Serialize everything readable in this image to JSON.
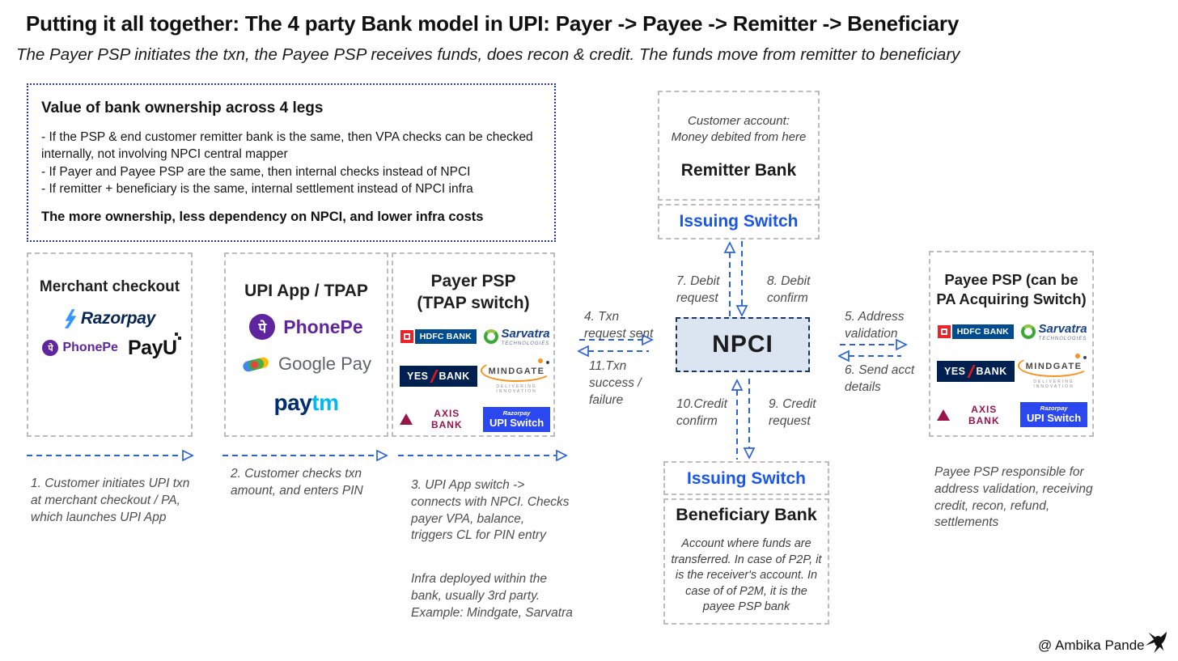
{
  "title": "Putting it all together: The 4 party Bank model in UPI: Payer -> Payee -> Remitter -> Beneficiary",
  "subtitle": "The Payer PSP initiates the txn, the Payee PSP receives funds, does recon & credit. The funds move from remitter to beneficiary",
  "value_box": {
    "heading": "Value of bank ownership across 4 legs",
    "bullet1": "- If the PSP & end customer remitter bank is the same, then VPA checks  can be checked internally, not involving NPCI central mapper",
    "bullet2": "- If Payer and Payee PSP are the same, then internal checks instead of NPCI",
    "bullet3": "- If remitter + beneficiary is the same, internal settlement instead of NPCI infra",
    "footer": "The more ownership, less dependency on NPCI, and lower infra costs"
  },
  "boxes": {
    "merchant": {
      "title": "Merchant checkout"
    },
    "upi_app": {
      "title": "UPI App / TPAP"
    },
    "payer_psp": {
      "title_line1": "Payer PSP",
      "title_line2": "(TPAP switch)"
    },
    "payee_psp": {
      "title_line1": "Payee PSP (can be",
      "title_line2": "PA Acquiring Switch)"
    },
    "remitter": {
      "note": "Customer account: Money debited from here",
      "title": "Remitter Bank"
    },
    "issuing_top": {
      "title": "Issuing Switch"
    },
    "issuing_bottom": {
      "title": "Issuing Switch"
    },
    "beneficiary": {
      "title": "Beneficiary Bank",
      "note": "Account where funds are transferred. In case of P2P, it is the receiver's account. In case of of P2M, it is the payee PSP bank"
    },
    "npci": {
      "title": "NPCI"
    }
  },
  "logos": {
    "razorpay": "Razorpay",
    "phonepe": "PhonePe",
    "phonepe_glyph": "पे",
    "payu_pay": "Pay",
    "payu_u": "U",
    "google_pay": "Google Pay",
    "paytm_pay": "pay",
    "paytm_tm": "tm",
    "hdfc": "HDFC BANK",
    "sarvatra": "Sarvatra",
    "sarvatra_sub": "TECHNOLOGIES",
    "yes_1": "YES",
    "yes_2": "BANK",
    "mindgate": "MINDGATE",
    "mindgate_sub": "DELIVERING INNOVATION",
    "axis": "AXIS BANK",
    "rzp_switch_brand": "Razorpay",
    "rzp_switch_main": "UPI Switch"
  },
  "steps": {
    "s1": "1. Customer  initiates UPI txn at merchant checkout / PA, which launches UPI App",
    "s2": "2. Customer checks txn amount, and enters PIN",
    "s3": "3. UPI App switch -> connects with NPCI. Checks payer VPA, balance, triggers CL for PIN entry",
    "infra": "Infra deployed within the bank, usually 3rd party. Example: Mindgate, Sarvatra",
    "s4": "4. Txn request sent",
    "s5": "5. Address validation",
    "s6": "6. Send acct details",
    "s7": "7. Debit request",
    "s8": "8. Debit confirm",
    "s9": "9. Credit request",
    "s10": "10.Credit confirm",
    "s11": "11.Txn success / failure",
    "payee_note": "Payee PSP responsible for address validation, receiving credit, recon, refund, settlements"
  },
  "footer": {
    "credit": "@ Ambika Pande"
  },
  "colors": {
    "arrow_blue": "#2b62e0",
    "issuing_blue": "#1a56e8",
    "npci_fill": "#dbe5f1",
    "npci_border": "#17375e",
    "dotted_box_border": "#2733d8"
  }
}
